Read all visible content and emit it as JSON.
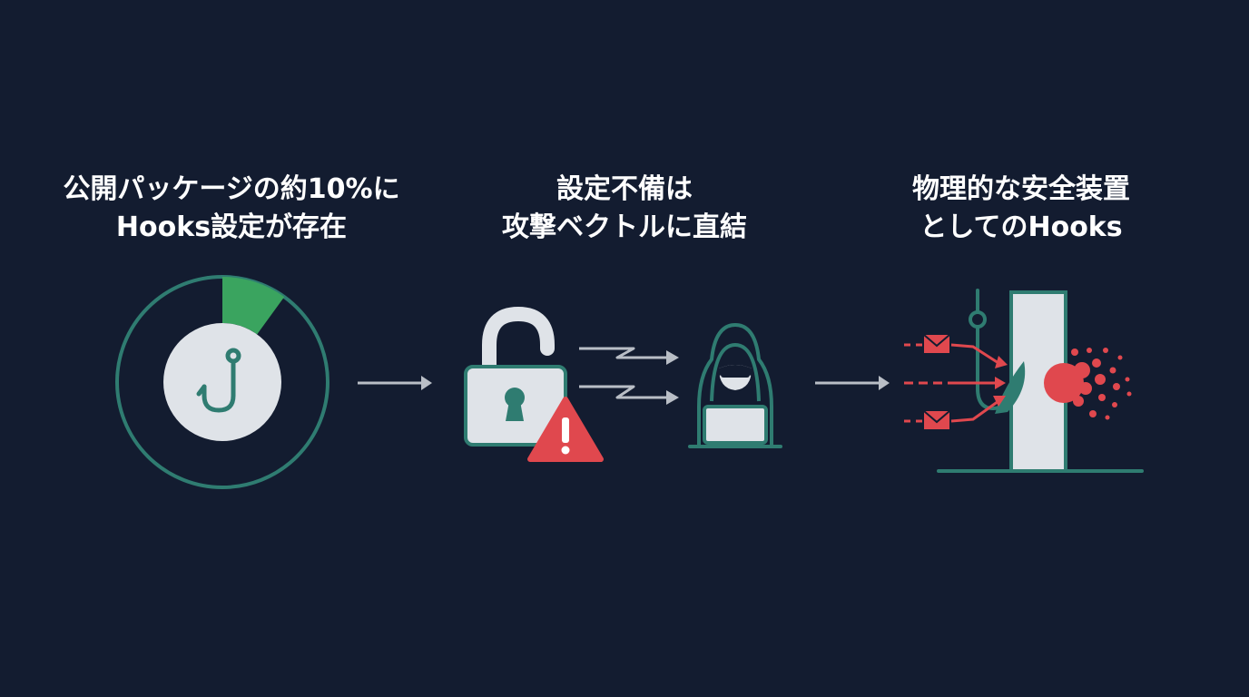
{
  "colors": {
    "background": "#131c30",
    "teal": "#2f7c71",
    "green": "#3aa45f",
    "light": "#dfe3e8",
    "red": "#e0484e",
    "arrow": "#b9bec6",
    "text": "#ffffff"
  },
  "steps": [
    {
      "title_line1": "公開パッケージの約10%に",
      "title_line2": "Hooks設定が存在",
      "icon": "hook-donut-icon",
      "highlight_fraction": 0.1
    },
    {
      "title_line1": "設定不備は",
      "title_line2": "攻撃ベクトルに直結",
      "icon": "unlocked-padlock-warning-hacker-icon"
    },
    {
      "title_line1": "物理的な安全装置",
      "title_line2": "としてのHooks",
      "icon": "hook-barrier-shield-icon"
    }
  ]
}
